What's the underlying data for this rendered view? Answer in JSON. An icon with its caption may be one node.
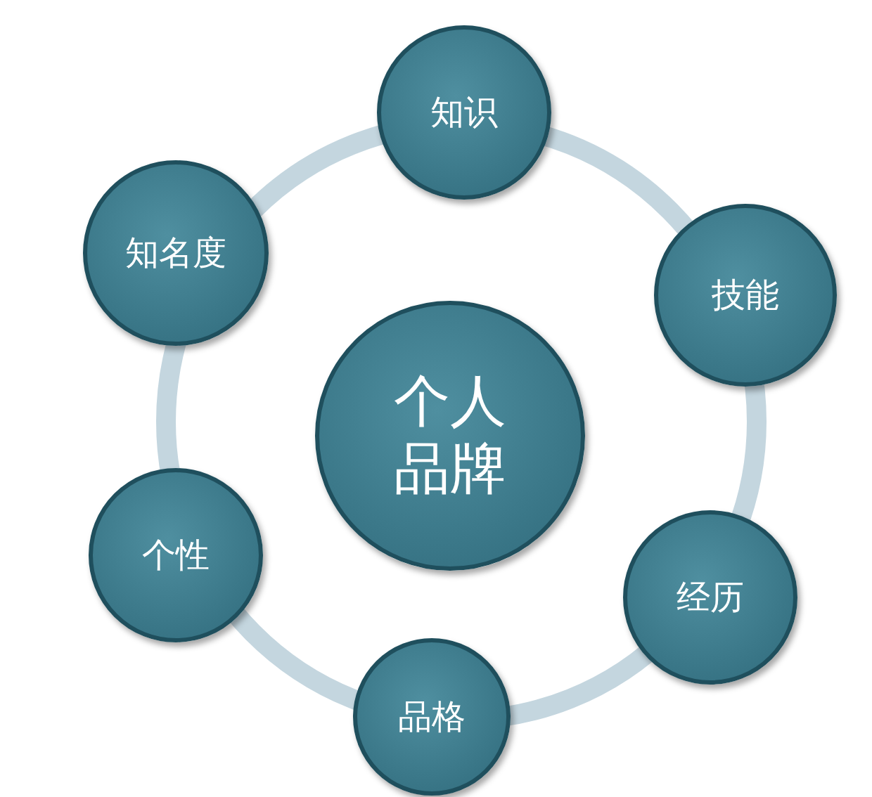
{
  "diagram": {
    "nodes": [
      {
        "text": [
          "知识"
        ]
      },
      {
        "text": [
          "知名度"
        ]
      },
      {
        "text": [
          "技能"
        ]
      },
      {
        "text": [
          "个人品牌"
        ]
      },
      {
        "text": [
          "个性"
        ]
      },
      {
        "text": [
          "经历"
        ]
      },
      {
        "text": [
          "品格"
        ]
      }
    ]
  }
}
